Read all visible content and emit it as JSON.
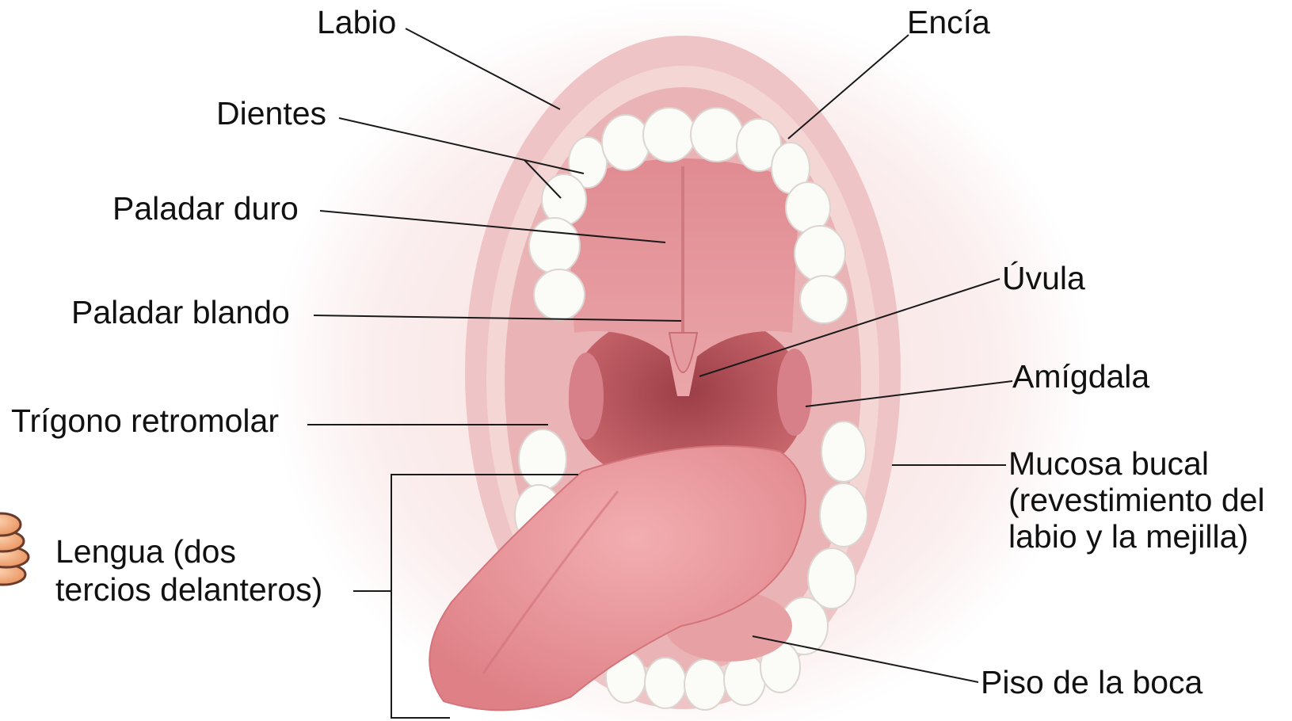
{
  "diagram": {
    "labels": {
      "labio": "Labio",
      "encia": "Encía",
      "dientes": "Dientes",
      "paladar_duro": "Paladar duro",
      "paladar_blando": "Paladar blando",
      "uvula": "Úvula",
      "amigdala": "Amígdala",
      "trigono": "Trígono retromolar",
      "mucosa_line1": "Mucosa bucal",
      "mucosa_line2": "(revestimiento del",
      "mucosa_line3": "labio y la mejilla)",
      "lengua_line1": "Lengua (dos",
      "lengua_line2": "tercios delanteros)",
      "piso": "Piso de la boca"
    }
  },
  "colors": {
    "background": "#ffffff",
    "lip": "#efc4c6",
    "mucosa": "#f3d3d2",
    "throat": "#b9545b",
    "palate": "#e5969b",
    "tongue": "#e89398",
    "teeth": "#fbfbf8",
    "text": "#111111",
    "leader": "#1a1a1a",
    "cookie_icon": "#f0a878"
  }
}
